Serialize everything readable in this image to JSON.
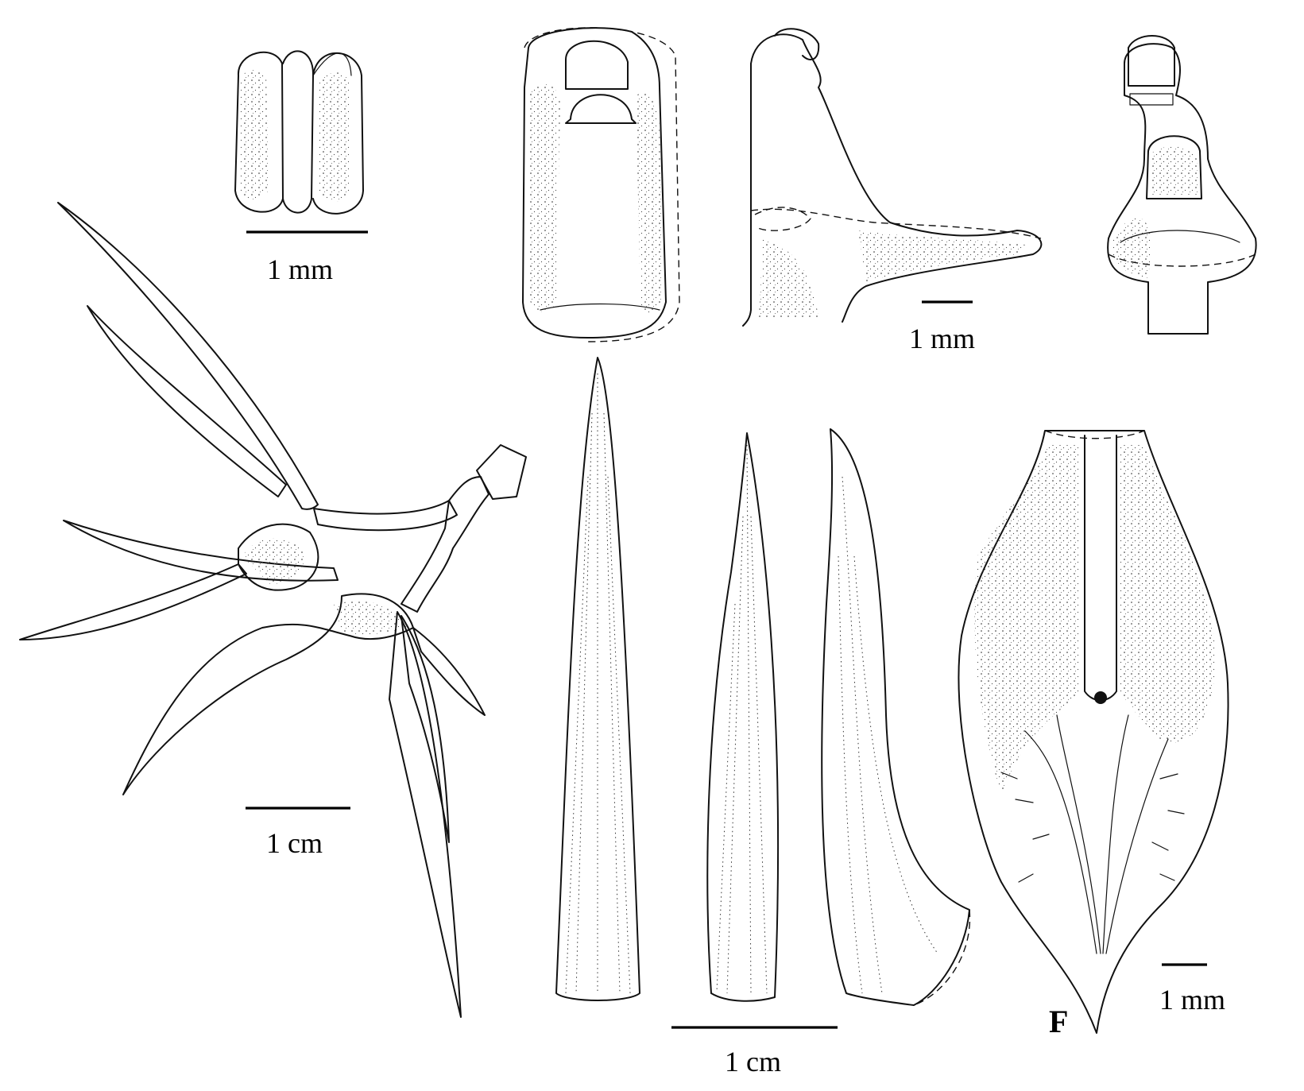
{
  "plate": {
    "scale_labels": {
      "pollinia": "1 mm",
      "column": "1 mm",
      "flower": "1 cm",
      "tepals": "1 cm",
      "lip": "1 mm"
    },
    "panel_letter": "F"
  }
}
